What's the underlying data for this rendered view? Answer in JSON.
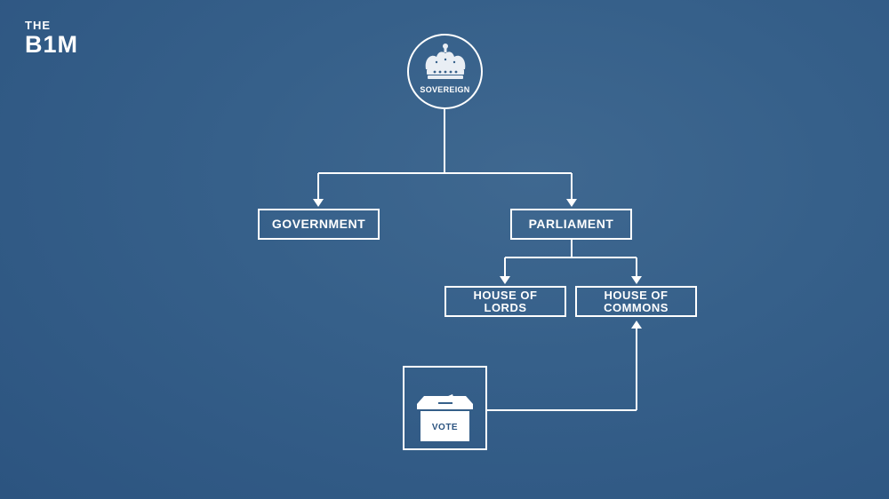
{
  "logo": {
    "top_text": "THE",
    "main_text": "B1M"
  },
  "diagram": {
    "sovereign_label": "SOVEREIGN",
    "government_label": "GOVERNMENT",
    "parliament_label": "PARLIAMENT",
    "lords_line1": "HOUSE OF",
    "lords_line2": "LORDS",
    "commons_line1": "HOUSE OF",
    "commons_line2": "COMMONS",
    "vote_label": "VOTE",
    "icons": {
      "sovereign": "crown-icon",
      "vote": "ballot-box-icon"
    }
  },
  "colors": {
    "background": "#36608a",
    "foreground": "#ffffff"
  }
}
